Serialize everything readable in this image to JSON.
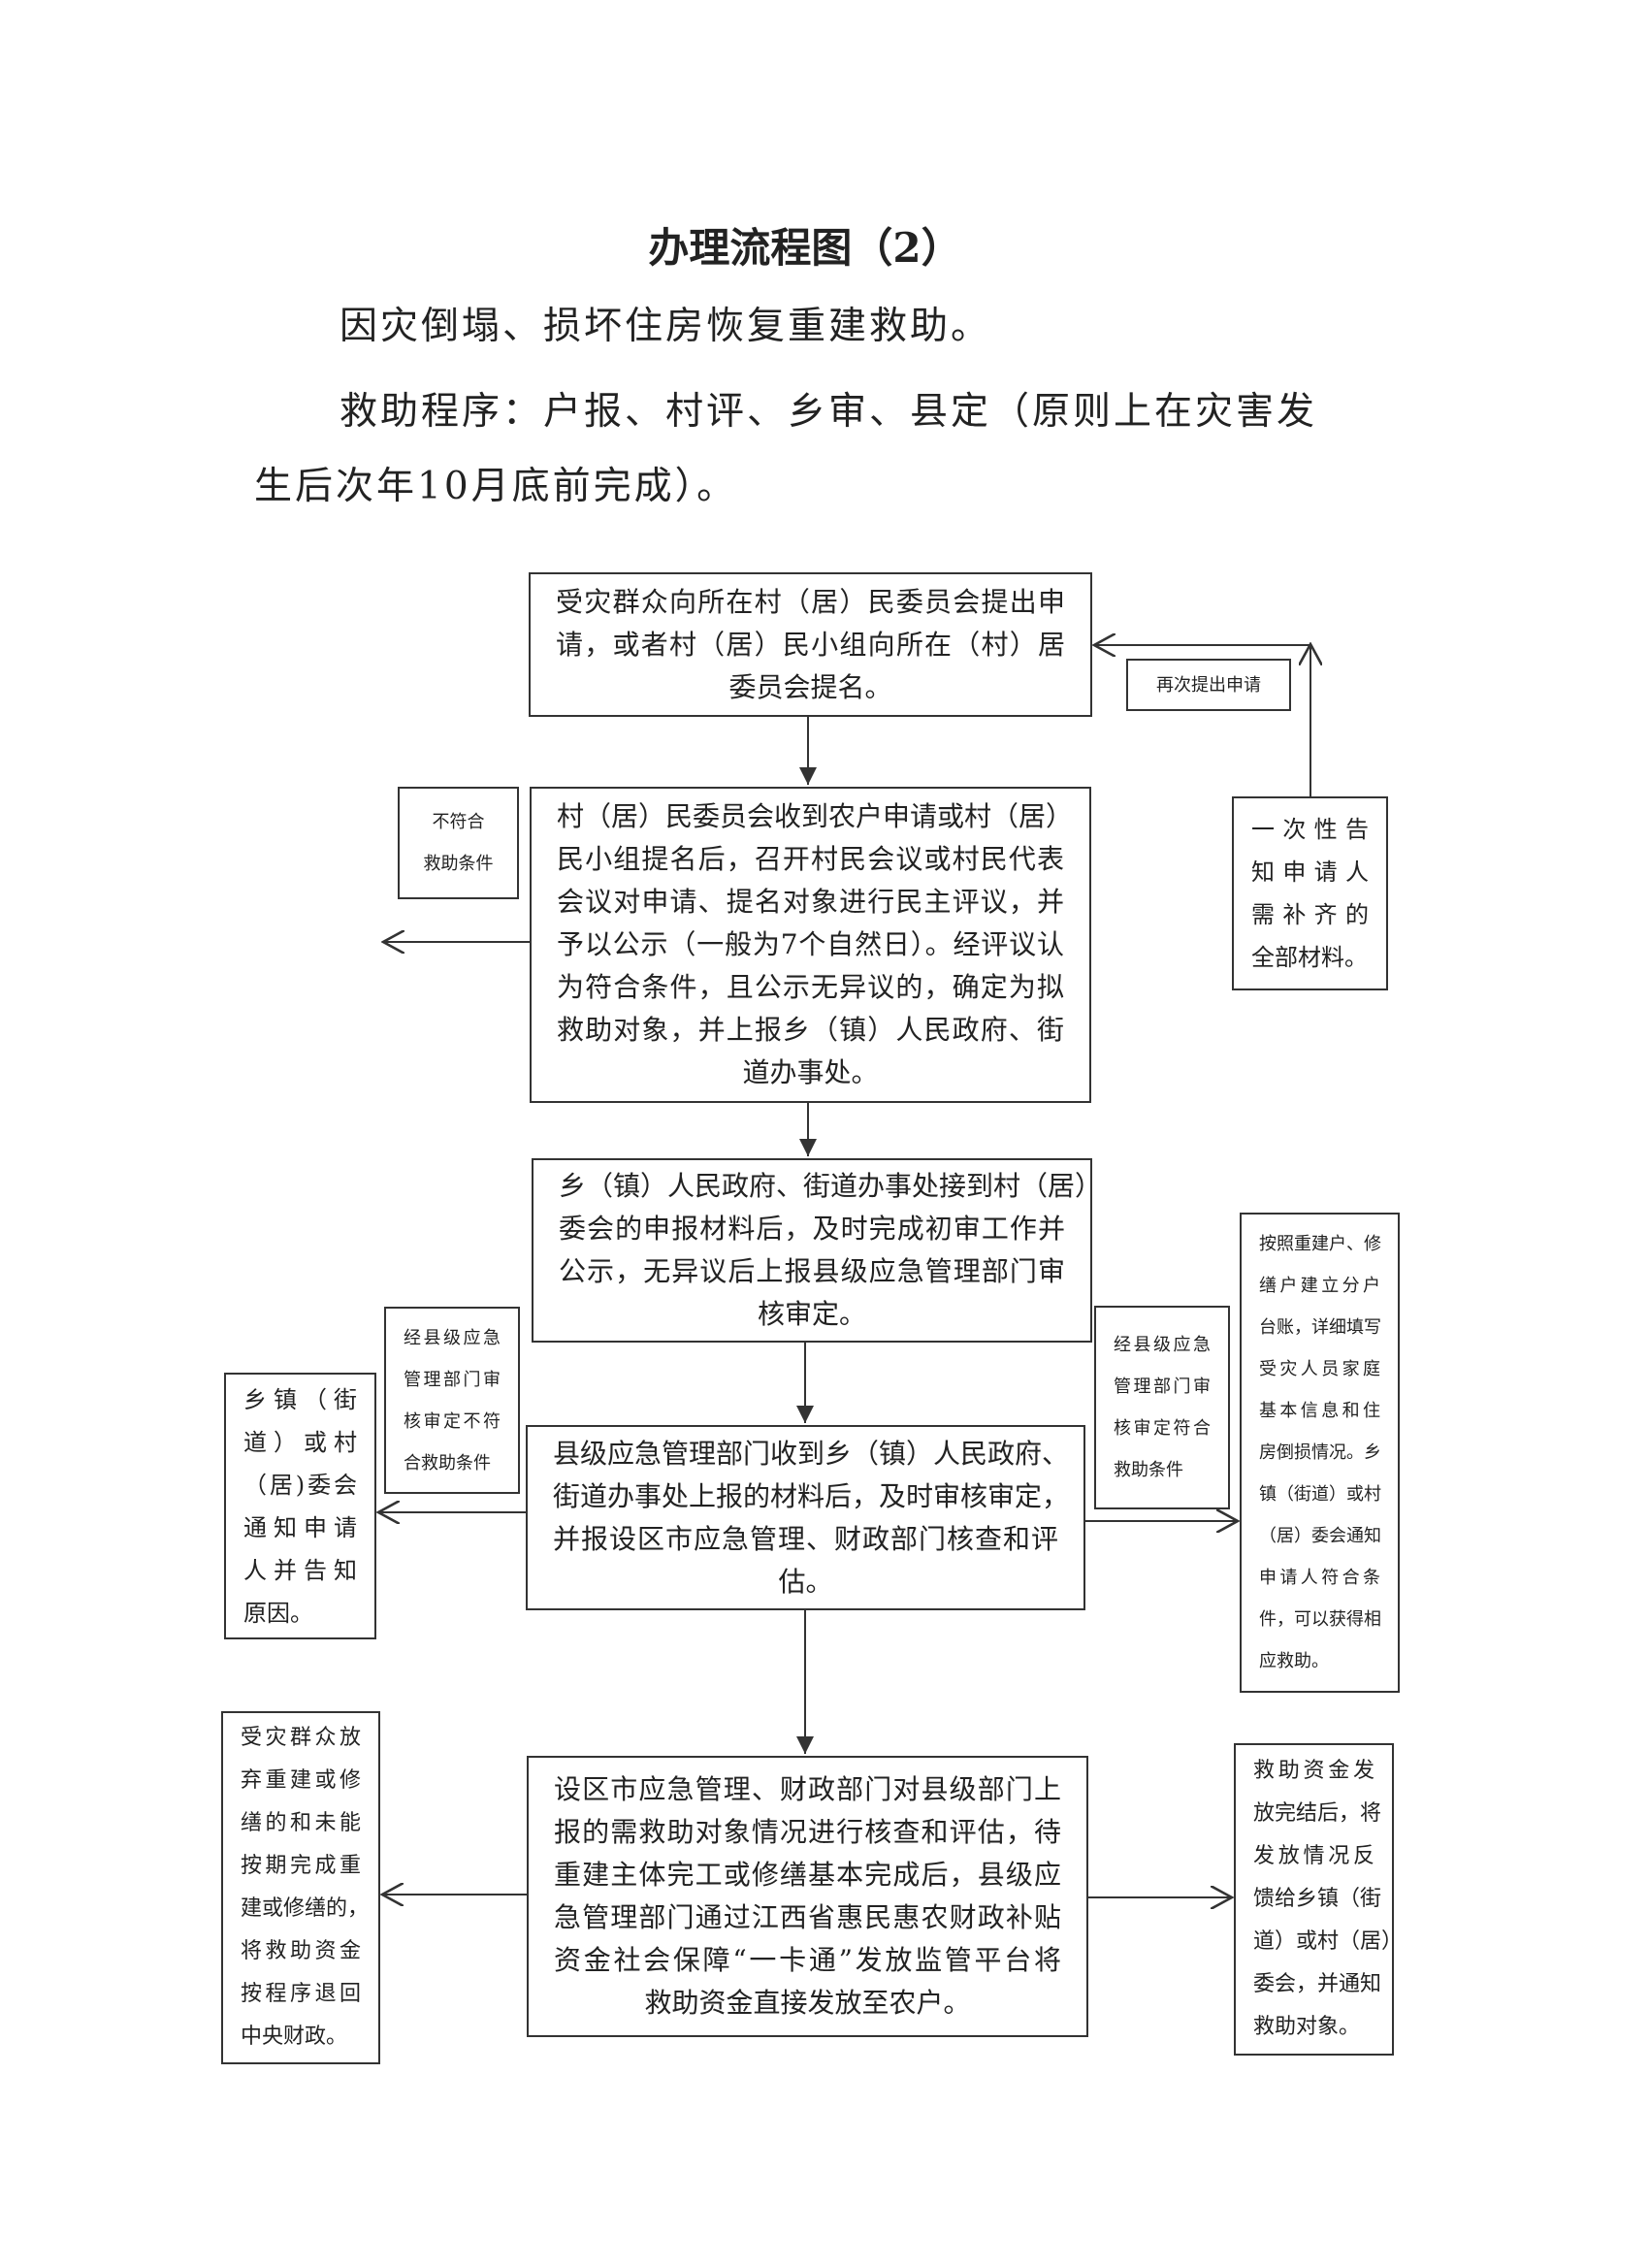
{
  "title": "办理流程图（2）",
  "intro": {
    "line1": "因灾倒塌、损坏住房恢复重建救助。",
    "line2": "救助程序：户报、村评、乡审、县定（原则上在灾害发",
    "line3": "生后次年10月底前完成）。"
  },
  "boxes": {
    "b1": {
      "lines": [
        "受灾群众向所在村（居）民委员会提出申",
        "请，或者村（居）民小组向所在（村）居",
        "委员会提名。"
      ]
    },
    "b2": {
      "lines": [
        "村（居）民委员会收到农户申请或村（居）",
        "民小组提名后，召开村民会议或村民代表",
        "会议对申请、提名对象进行民主评议，并",
        "予以公示（一般为7个自然日）。经评议认",
        "为符合条件，且公示无异议的，确定为拟",
        "救助对象，并上报乡（镇）人民政府、街",
        "道办事处。"
      ]
    },
    "b3": {
      "lines": [
        "乡（镇）人民政府、街道办事处接到村（居）",
        "委会的申报材料后，及时完成初审工作并",
        "公示，无异议后上报县级应急管理部门审",
        "核审定。"
      ]
    },
    "b4": {
      "lines": [
        "县级应急管理部门收到乡（镇）人民政府、",
        "街道办事处上报的材料后，及时审核审定，",
        "并报设区市应急管理、财政部门核查和评",
        "估。"
      ]
    },
    "b5": {
      "lines": [
        "设区市应急管理、财政部门对县级部门上",
        "报的需救助对象情况进行核查和评估，待",
        "重建主体完工或修缮基本完成后，县级应",
        "急管理部门通过江西省惠民惠农财政补贴",
        "资金社会保障“一卡通”发放监管平台将",
        "救助资金直接发放至农户。"
      ]
    },
    "reapply": {
      "lines": [
        "再次提出申请"
      ]
    },
    "notice": {
      "lines": [
        "一次性告",
        "知申请人",
        "需补齐的",
        "全部材料。"
      ]
    },
    "ineligible": {
      "lines": [
        "不符合",
        "救助条件"
      ]
    },
    "county_reject": {
      "lines": [
        "经县级应急",
        "管理部门审",
        "核审定不符",
        "合救助条件"
      ]
    },
    "notify_reason": {
      "lines": [
        "乡镇（街",
        "道）或村",
        "（居)委会",
        "通知申请",
        "人并告知",
        "原因。"
      ]
    },
    "county_approve": {
      "lines": [
        "经县级应急",
        "管理部门审",
        "核审定符合",
        "救助条件"
      ]
    },
    "ledger": {
      "lines": [
        "按照重建户、修",
        "缮户建立分户",
        "台账，详细填写",
        "受灾人员家庭",
        "基本信息和住",
        "房倒损情况。乡",
        "镇（街道）或村",
        "（居）委会通知",
        "申请人符合条",
        "件，可以获得相",
        "应救助。"
      ]
    },
    "abandon": {
      "lines": [
        "受灾群众放",
        "弃重建或修",
        "缮的和未能",
        "按期完成重",
        "建或修缮的，",
        "将救助资金",
        "按程序退回",
        "中央财政。"
      ]
    },
    "feedback": {
      "lines": [
        "救助资金发",
        "放完结后，将",
        "发放情况反",
        "馈给乡镇（街",
        "道）或村（居）",
        "委会，并通知",
        "救助对象。"
      ]
    }
  }
}
